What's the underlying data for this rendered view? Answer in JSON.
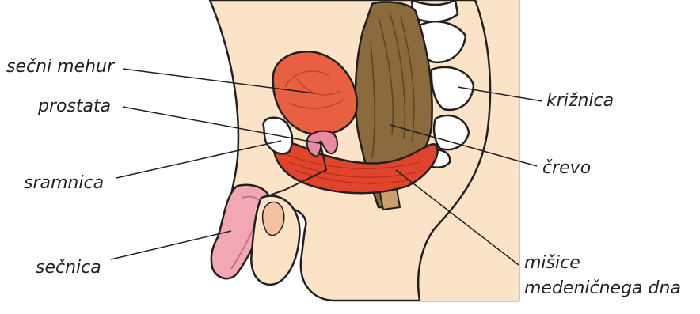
{
  "labels": {
    "bladder": "sečni mehur",
    "prostate": "prostata",
    "pubic_bone": "sramnica",
    "urethra": "sečnica",
    "sacrum": "križnica",
    "bowel": "črevo",
    "pelvic_floor_line1": "mišice",
    "pelvic_floor_line2": "medeničnega dna"
  },
  "colors": {
    "skin": "#fbe3c8",
    "bladder": "#e8603f",
    "muscle": "#e0442c",
    "bone": "#ffffff",
    "bowel": "#8b6a3e",
    "penis": "#f2a7b5",
    "outline": "#231f20"
  }
}
